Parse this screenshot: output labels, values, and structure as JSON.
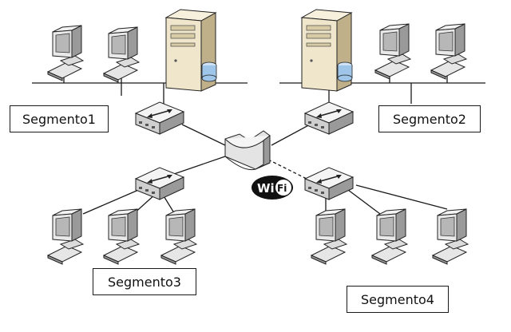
{
  "segments": [
    {
      "id": "seg1",
      "label": "Segmento1"
    },
    {
      "id": "seg2",
      "label": "Segmento2"
    },
    {
      "id": "seg3",
      "label": "Segmento3"
    },
    {
      "id": "seg4",
      "label": "Segmento4"
    }
  ],
  "wifi_badge": {
    "part1": "Wi",
    "part2": "Fi"
  },
  "colors": {
    "line": "#1a1a1a",
    "device_top": "#f4f4f4",
    "device_side": "#9a9a9a",
    "device_front": "#d2d2d2",
    "server_body": "#efe6cc",
    "server_side": "#bfb08a",
    "monitor_screen": "#b7b7b7",
    "disk_blue": "#9fc6e8",
    "wifi_badge": "#111111"
  },
  "icons": [
    "workstation-icon",
    "server-icon",
    "switch-icon",
    "router-icon",
    "wifi-icon"
  ]
}
